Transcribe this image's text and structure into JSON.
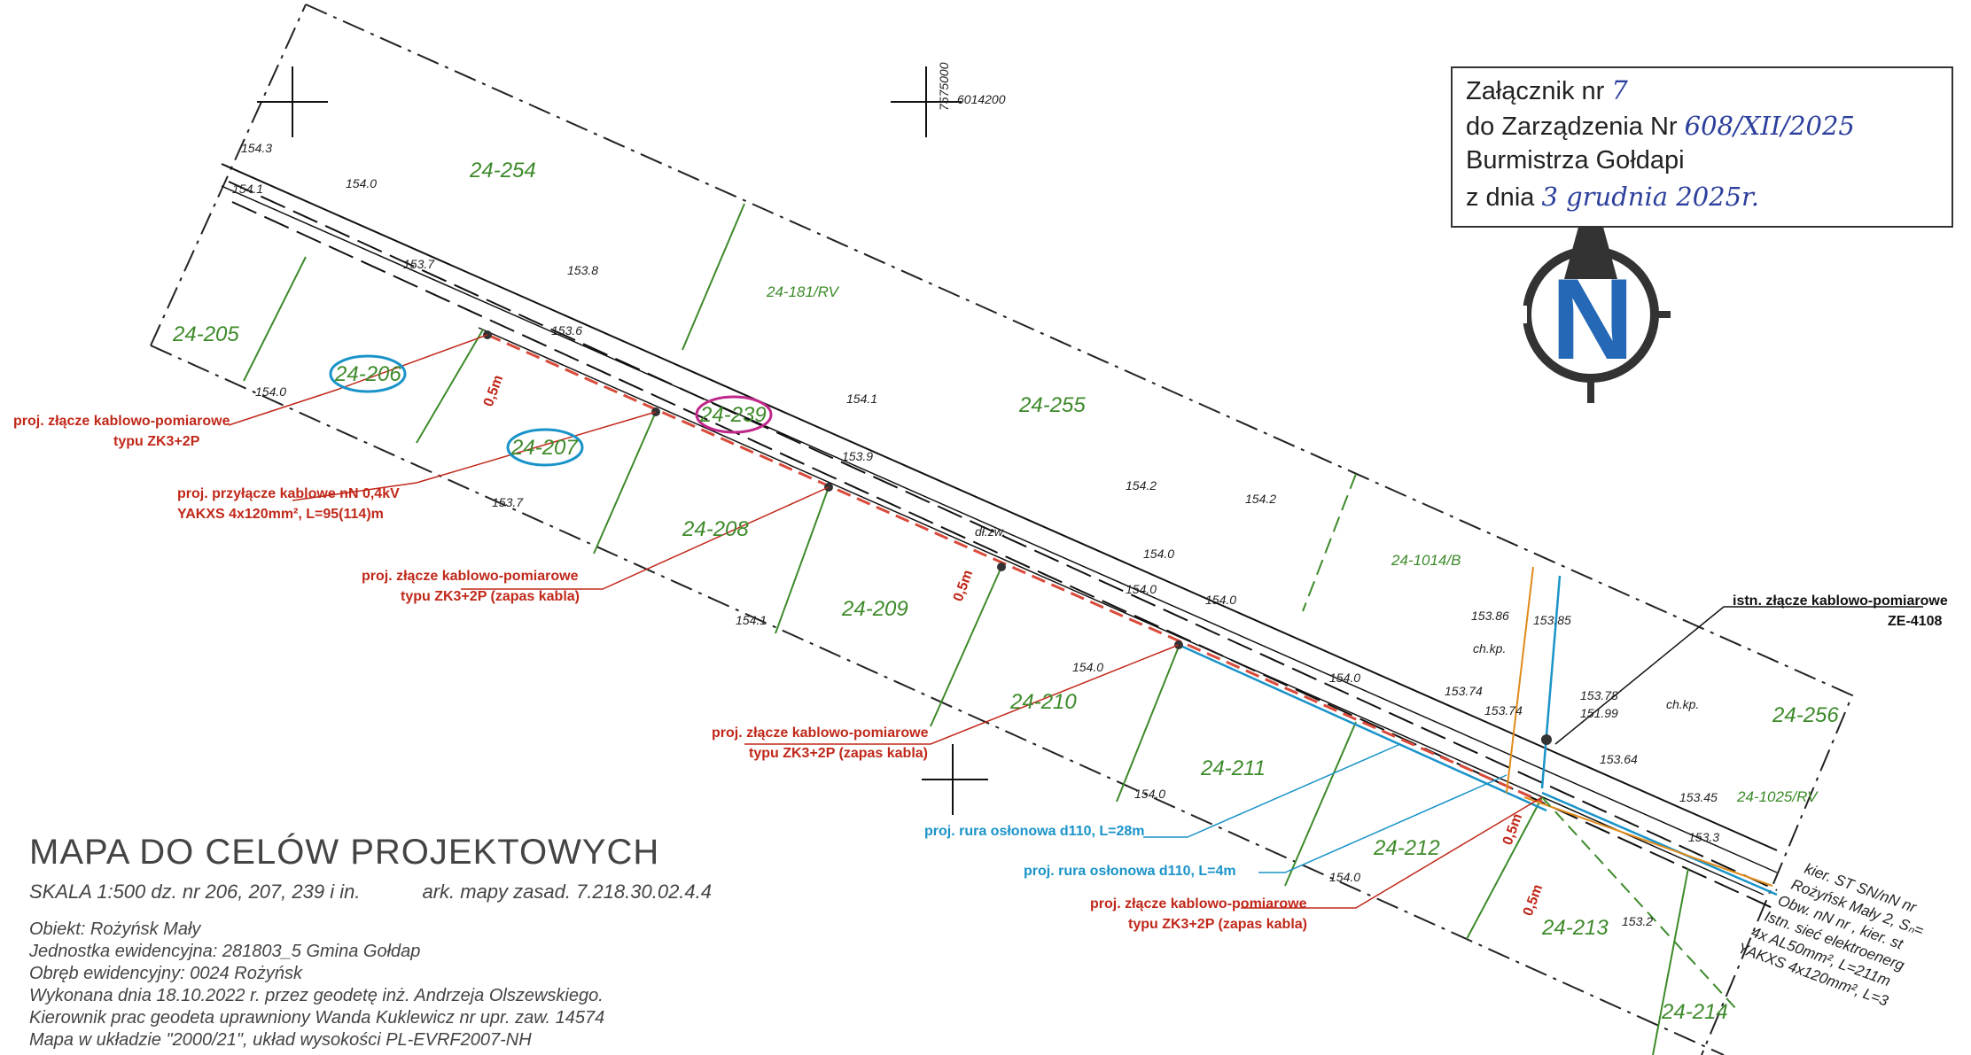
{
  "annex": {
    "line1": "Załącznik nr",
    "number": "7",
    "line2": "do Zarządzenia Nr",
    "order_no": "608/XII/2025",
    "line3": "Burmistrza Gołdapi",
    "line4": "z dnia",
    "date": "3 grudnia 2025r."
  },
  "compass": {
    "letter": "N",
    "icon": "north-arrow-icon"
  },
  "grid": {
    "x": "7575000",
    "y": "6014200"
  },
  "parcels": [
    "24-254",
    "24-205",
    "24-206",
    "24-207",
    "24-239",
    "24-255",
    "24-181/RV",
    "24-208",
    "24-209",
    "24-210",
    "24-211",
    "24-212",
    "24-213",
    "24-214",
    "24-1014/B",
    "24-256",
    "24-1025/RV"
  ],
  "elevations": [
    "154.3",
    "154.1",
    "154.0",
    "153.7",
    "153.8",
    "153.6",
    "154.1",
    "153.9",
    "154.2",
    "154.2",
    "154.0",
    "154.0",
    "154.0",
    "154.0",
    "154.1",
    "153.7",
    "154.0",
    "154.0",
    "154.0",
    "154.0",
    "153.2",
    "153.74",
    "153.74",
    "153.86",
    "153.85",
    "153.78",
    "151.99",
    "153.45",
    "153.3",
    "153.64"
  ],
  "labels": {
    "zl1": [
      "proj. złącze kablowo-pomiarowe",
      "typu ZK3+2P"
    ],
    "przyl": [
      "proj. przyłącze kablowe nN 0,4kV",
      "YAKXS 4x120mm², L=95(114)m"
    ],
    "zl2": [
      "proj. złącze kablowo-pomiarowe",
      "typu ZK3+2P (zapas kabla)"
    ],
    "zl3": [
      "proj. złącze kablowo-pomiarowe",
      "typu ZK3+2P (zapas kabla)"
    ],
    "rura1": "proj. rura osłonowa d110, L=28m",
    "rura2": "proj. rura osłonowa d110, L=4m",
    "zl4": [
      "proj. złącze kablowo-pomiarowe",
      "typu ZK3+2P (zapas kabla)"
    ],
    "istn": [
      "istn. złącze kablowo-pomiarowe",
      "ZE-4108"
    ],
    "dist": "0,5m",
    "side": [
      "kier. ST SN/nN nr",
      "Rożyńsk Mały 2, Sₙ=",
      "Obw. nN nr , kier. st",
      "Istn. sieć elektroenerg",
      "4x AL50mm², L=211m",
      "YAKXS 4x120mm², L=3"
    ],
    "chkp": "ch.kp.",
    "dz": "dł.zw."
  },
  "title": "MAPA DO CELÓW PROJEKTOWYCH",
  "scale_line": "SKALA 1:500    dz. nr 206, 207, 239 i in.",
  "sheet": "ark. mapy zasad. 7.218.30.02.4.4",
  "meta": [
    "Obiekt:  Rożyńsk Mały",
    "Jednostka ewidencyjna:   281803_5  Gmina Gołdap",
    "Obręb ewidencyjny:  0024 Rożyńsk",
    "Wykonana dnia 18.10.2022 r. przez geodetę inż. Andrzeja Olszewskiego.",
    "Kierownik prac geodeta uprawniony Wanda Kuklewicz nr upr. zaw. 14574",
    "Mapa w układzie \"2000/21\",    układ wysokości PL-EVRF2007-NH"
  ],
  "colors": {
    "parcel": "#3d8a2a",
    "cable": "#d94a3a",
    "pipe": "#1a93c9",
    "text": "#444444"
  }
}
